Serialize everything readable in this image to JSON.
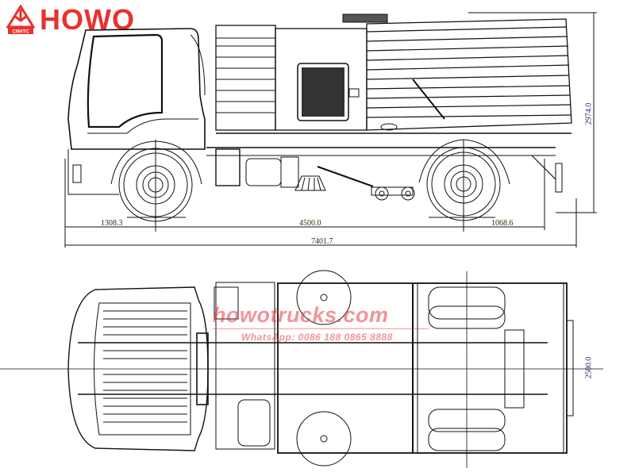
{
  "brand": {
    "logo_text": "HOWO",
    "logo_subtext": "CNHTC",
    "brand_color": "#e8322e"
  },
  "side_view": {
    "dimensions": {
      "front_overhang": "1308.3",
      "wheelbase": "4500.0",
      "rear_overhang": "1068.6",
      "overall_length": "7401.7",
      "overall_height": "2974.0"
    }
  },
  "top_view": {
    "dimensions": {
      "overall_width": "2500.0"
    }
  },
  "watermark": {
    "site": "howotrucks.com",
    "contact": "WhatsApp: 0086 188 0865 8888",
    "color": "#e63c46"
  }
}
